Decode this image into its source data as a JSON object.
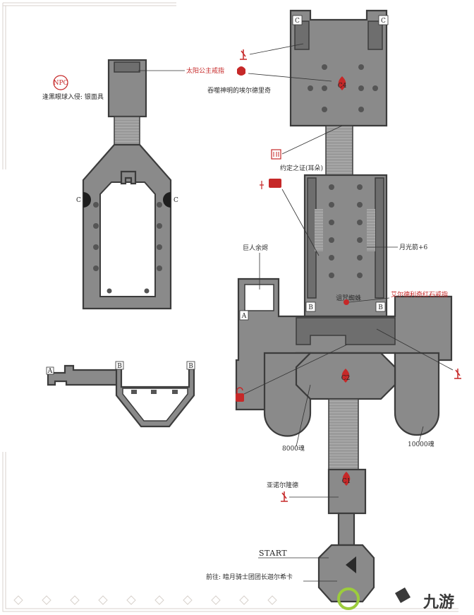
{
  "labels": {
    "npc_badge": "NPC",
    "npc_invasion": "逢黑眼球入侵: 银面具",
    "sun_princess_ring": "太阳公主戒指",
    "eldrich": "吞噬神明的埃尔德里奇",
    "oath_token": "约定之证(耳朵)",
    "moonlight_arrow": "月光箭+6",
    "giant_ember": "巨人余烬",
    "curse_spider": "诅咒蜘蛛",
    "eldrich_ring": "艾尔德利奇红石戒指",
    "souls_8000": "8000魂",
    "souls_10000": "10000魂",
    "aldrich_hunter": "亚诺尔隆德",
    "start": "START",
    "goto": "前往: 暗月骑士团团长迦尔希卡",
    "watermark": "九游"
  },
  "doors": {
    "c": "C",
    "a": "A",
    "b": "B"
  },
  "bonfires": {
    "c1": "C1",
    "c2": "C2",
    "c4": "C4"
  },
  "colors": {
    "floor": "#8a8a8a",
    "wall": "#3c3c3c",
    "accent_red": "#c62828",
    "ornament": "#d8d2cc"
  },
  "icons": {
    "npc": "npc-badge-icon",
    "item": "sword-marker-icon",
    "boss": "boss-skull-icon",
    "bonfire": "bonfire-icon",
    "chest": "chest-icon",
    "lock": "lock-icon",
    "locator": "red-dot-icon"
  }
}
